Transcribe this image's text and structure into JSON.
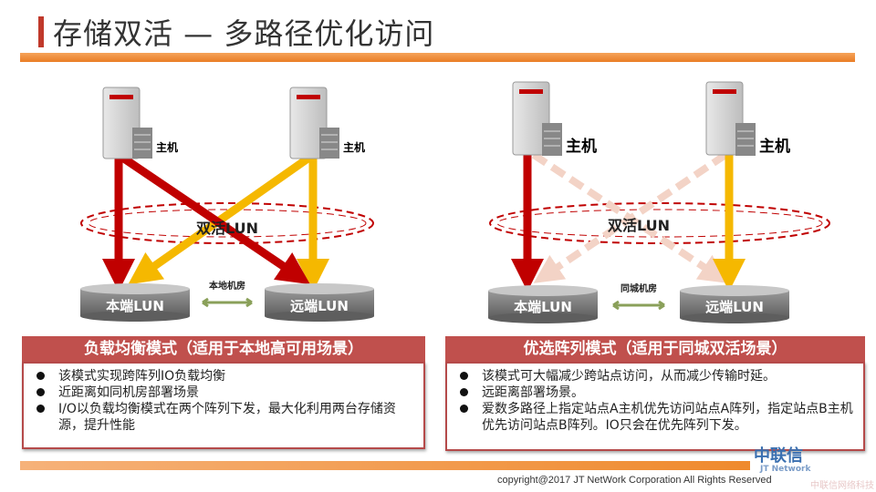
{
  "title": "存储双活 — 多路径优化访问",
  "left": {
    "host_label": "主机",
    "ring_label": "双活LUN",
    "lun_local": "本端LUN",
    "lun_remote": "远端LUN",
    "link_label": "本地机房",
    "panel_title": "负载均衡模式（适用于本地高可用场景）",
    "bullets": [
      "该模式实现跨阵列IO负载均衡",
      "近距离如同机房部署场景",
      "I/O以负载均衡模式在两个阵列下发，最大化利用两台存储资源，提升性能"
    ]
  },
  "right": {
    "host_label": "主机",
    "ring_label": "双活LUN",
    "lun_local": "本端LUN",
    "lun_remote": "远端LUN",
    "link_label": "同城机房",
    "panel_title": "优选阵列模式（适用于同城双活场景）",
    "bullets": [
      "该模式可大幅减少跨站点访问，从而减少传输时延。",
      "远距离部署场景。",
      "爱数多路径上指定站点A主机优先访问站点A阵列，指定站点B主机优先访问站点B阵列。IO只会在优先阵列下发。"
    ]
  },
  "footer": {
    "logo_cn": "中联信",
    "logo_en": "JT Network",
    "copyright": "copyright@2017  JT NetWork Corporation All Rights Reserved",
    "watermark": "中联信网络科技"
  },
  "colors": {
    "red": "#c00000",
    "yellow": "#f5b800",
    "accent": "#c0504d"
  }
}
